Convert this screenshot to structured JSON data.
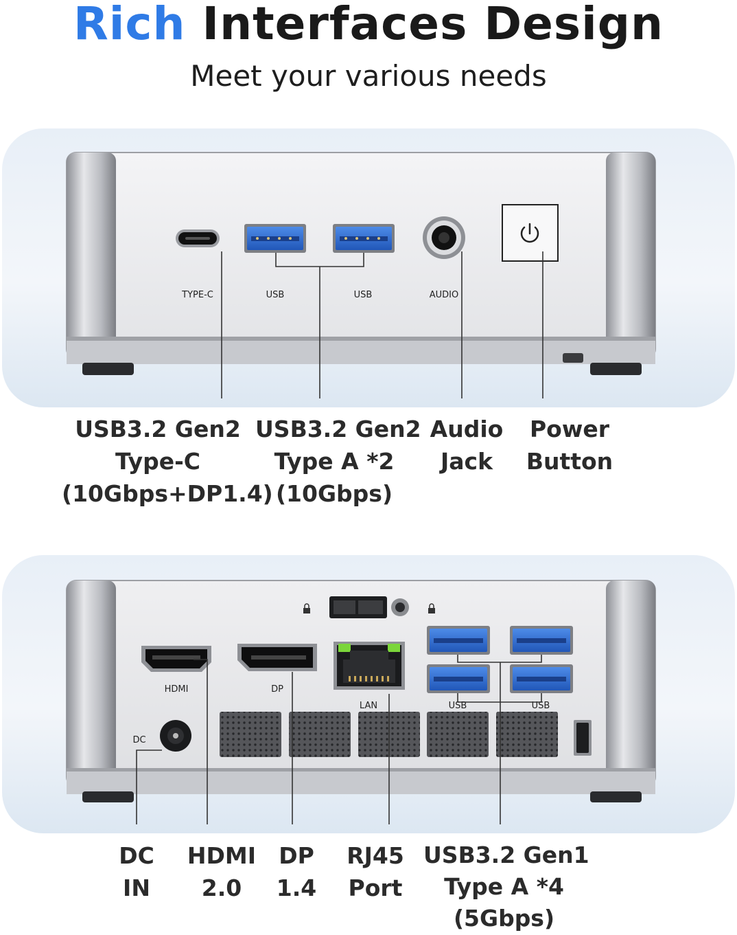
{
  "header": {
    "title_accent": "Rich",
    "title_rest": " Interfaces Design",
    "subtitle": "Meet your various needs"
  },
  "front_panel": {
    "port_labels": {
      "typec": "TYPE-C",
      "usb_left": "USB",
      "usb_right": "USB",
      "audio": "AUDIO"
    },
    "callouts": [
      {
        "lines": [
          "USB3.2 Gen2",
          "Type-C",
          "(10Gbps+DP1.4)"
        ]
      },
      {
        "lines": [
          "USB3.2 Gen2",
          "Type A *2",
          "(10Gbps)"
        ]
      },
      {
        "lines": [
          "Audio",
          "Jack"
        ]
      },
      {
        "lines": [
          "Power",
          "Button"
        ]
      }
    ]
  },
  "rear_panel": {
    "port_labels": {
      "hdmi": "HDMI",
      "dp": "DP",
      "lan": "LAN",
      "usb_left": "USB",
      "usb_right": "USB",
      "dc": "DC"
    },
    "callouts": [
      {
        "lines": [
          "DC",
          "IN"
        ]
      },
      {
        "lines": [
          "HDMI",
          "2.0"
        ]
      },
      {
        "lines": [
          "DP",
          "1.4"
        ]
      },
      {
        "lines": [
          "RJ45",
          "Port"
        ]
      },
      {
        "lines": [
          "USB3.2 Gen1",
          "Type A *4",
          "(5Gbps)"
        ]
      }
    ]
  },
  "colors": {
    "accent": "#2f7be6",
    "usb_blue": "#2f6fd6",
    "chassis": "#ececee",
    "lan_led": "#7bd63a"
  }
}
